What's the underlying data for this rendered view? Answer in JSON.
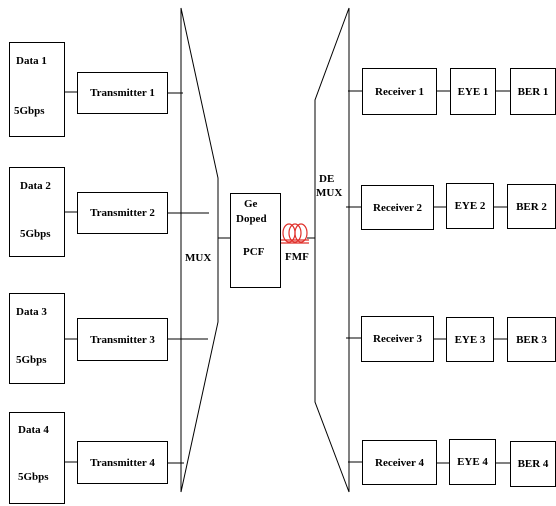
{
  "data_sources": [
    {
      "name": "Data 1",
      "rate": "5Gbps"
    },
    {
      "name": "Data 2",
      "rate": "5Gbps"
    },
    {
      "name": "Data 3",
      "rate": "5Gbps"
    },
    {
      "name": "Data 4",
      "rate": "5Gbps"
    }
  ],
  "transmitters": [
    "Transmitter 1",
    "Transmitter 2",
    "Transmitter 3",
    "Transmitter 4"
  ],
  "mux": "MUX",
  "pcf": {
    "line1": "Ge",
    "line2": "Doped",
    "line3": "PCF"
  },
  "fiber": {
    "label": "FMF",
    "coil_color": "#e0302b"
  },
  "demux": {
    "line1": "DE",
    "line2": "MUX"
  },
  "receivers": [
    "Receiver 1",
    "Receiver 2",
    "Receiver 3",
    "Receiver 4"
  ],
  "eyes": [
    "EYE 1",
    "EYE 2",
    "EYE 3",
    "EYE 4"
  ],
  "bers": [
    "BER 1",
    "BER 2",
    "BER 3",
    "BER 4"
  ]
}
